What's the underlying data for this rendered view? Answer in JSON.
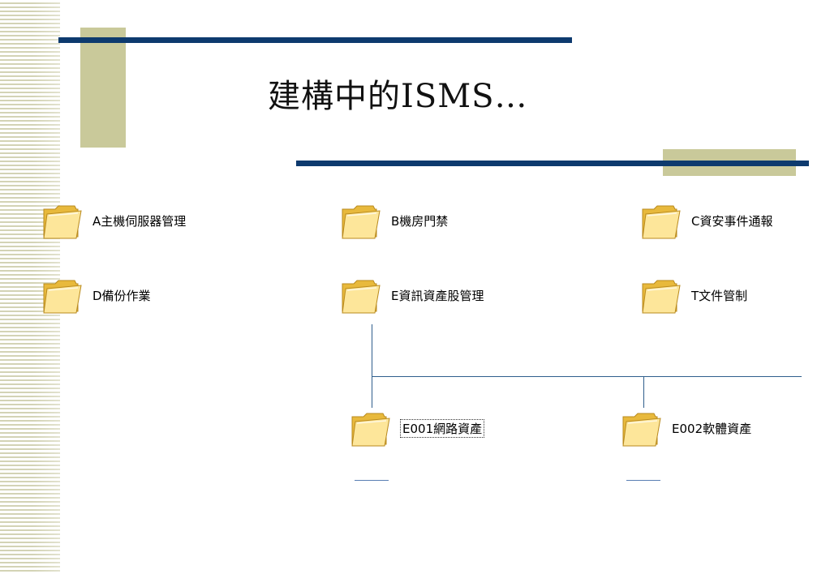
{
  "title": "建構中的ISMS…",
  "colors": {
    "navy": "#0d3a6e",
    "olive": "#c9c99a",
    "stripe": "#d3d3b5",
    "folder_fill": "#f4cf5a",
    "folder_front": "#fde69a",
    "tree_line": "#2f5e8c"
  },
  "folders": {
    "a": {
      "label": "A主機伺服器管理",
      "icon": "folder-icon"
    },
    "b": {
      "label": "B機房門禁",
      "icon": "folder-icon"
    },
    "c": {
      "label": "C資安事件通報",
      "icon": "folder-icon"
    },
    "d": {
      "label": "D備份作業",
      "icon": "folder-icon"
    },
    "e": {
      "label": "E資訊資產股管理",
      "icon": "folder-icon"
    },
    "t": {
      "label": "T文件管制",
      "icon": "folder-icon"
    },
    "e001": {
      "label": "E001網路資產",
      "icon": "folder-icon",
      "selected": true
    },
    "e002": {
      "label": "E002軟體資產",
      "icon": "folder-icon"
    }
  }
}
